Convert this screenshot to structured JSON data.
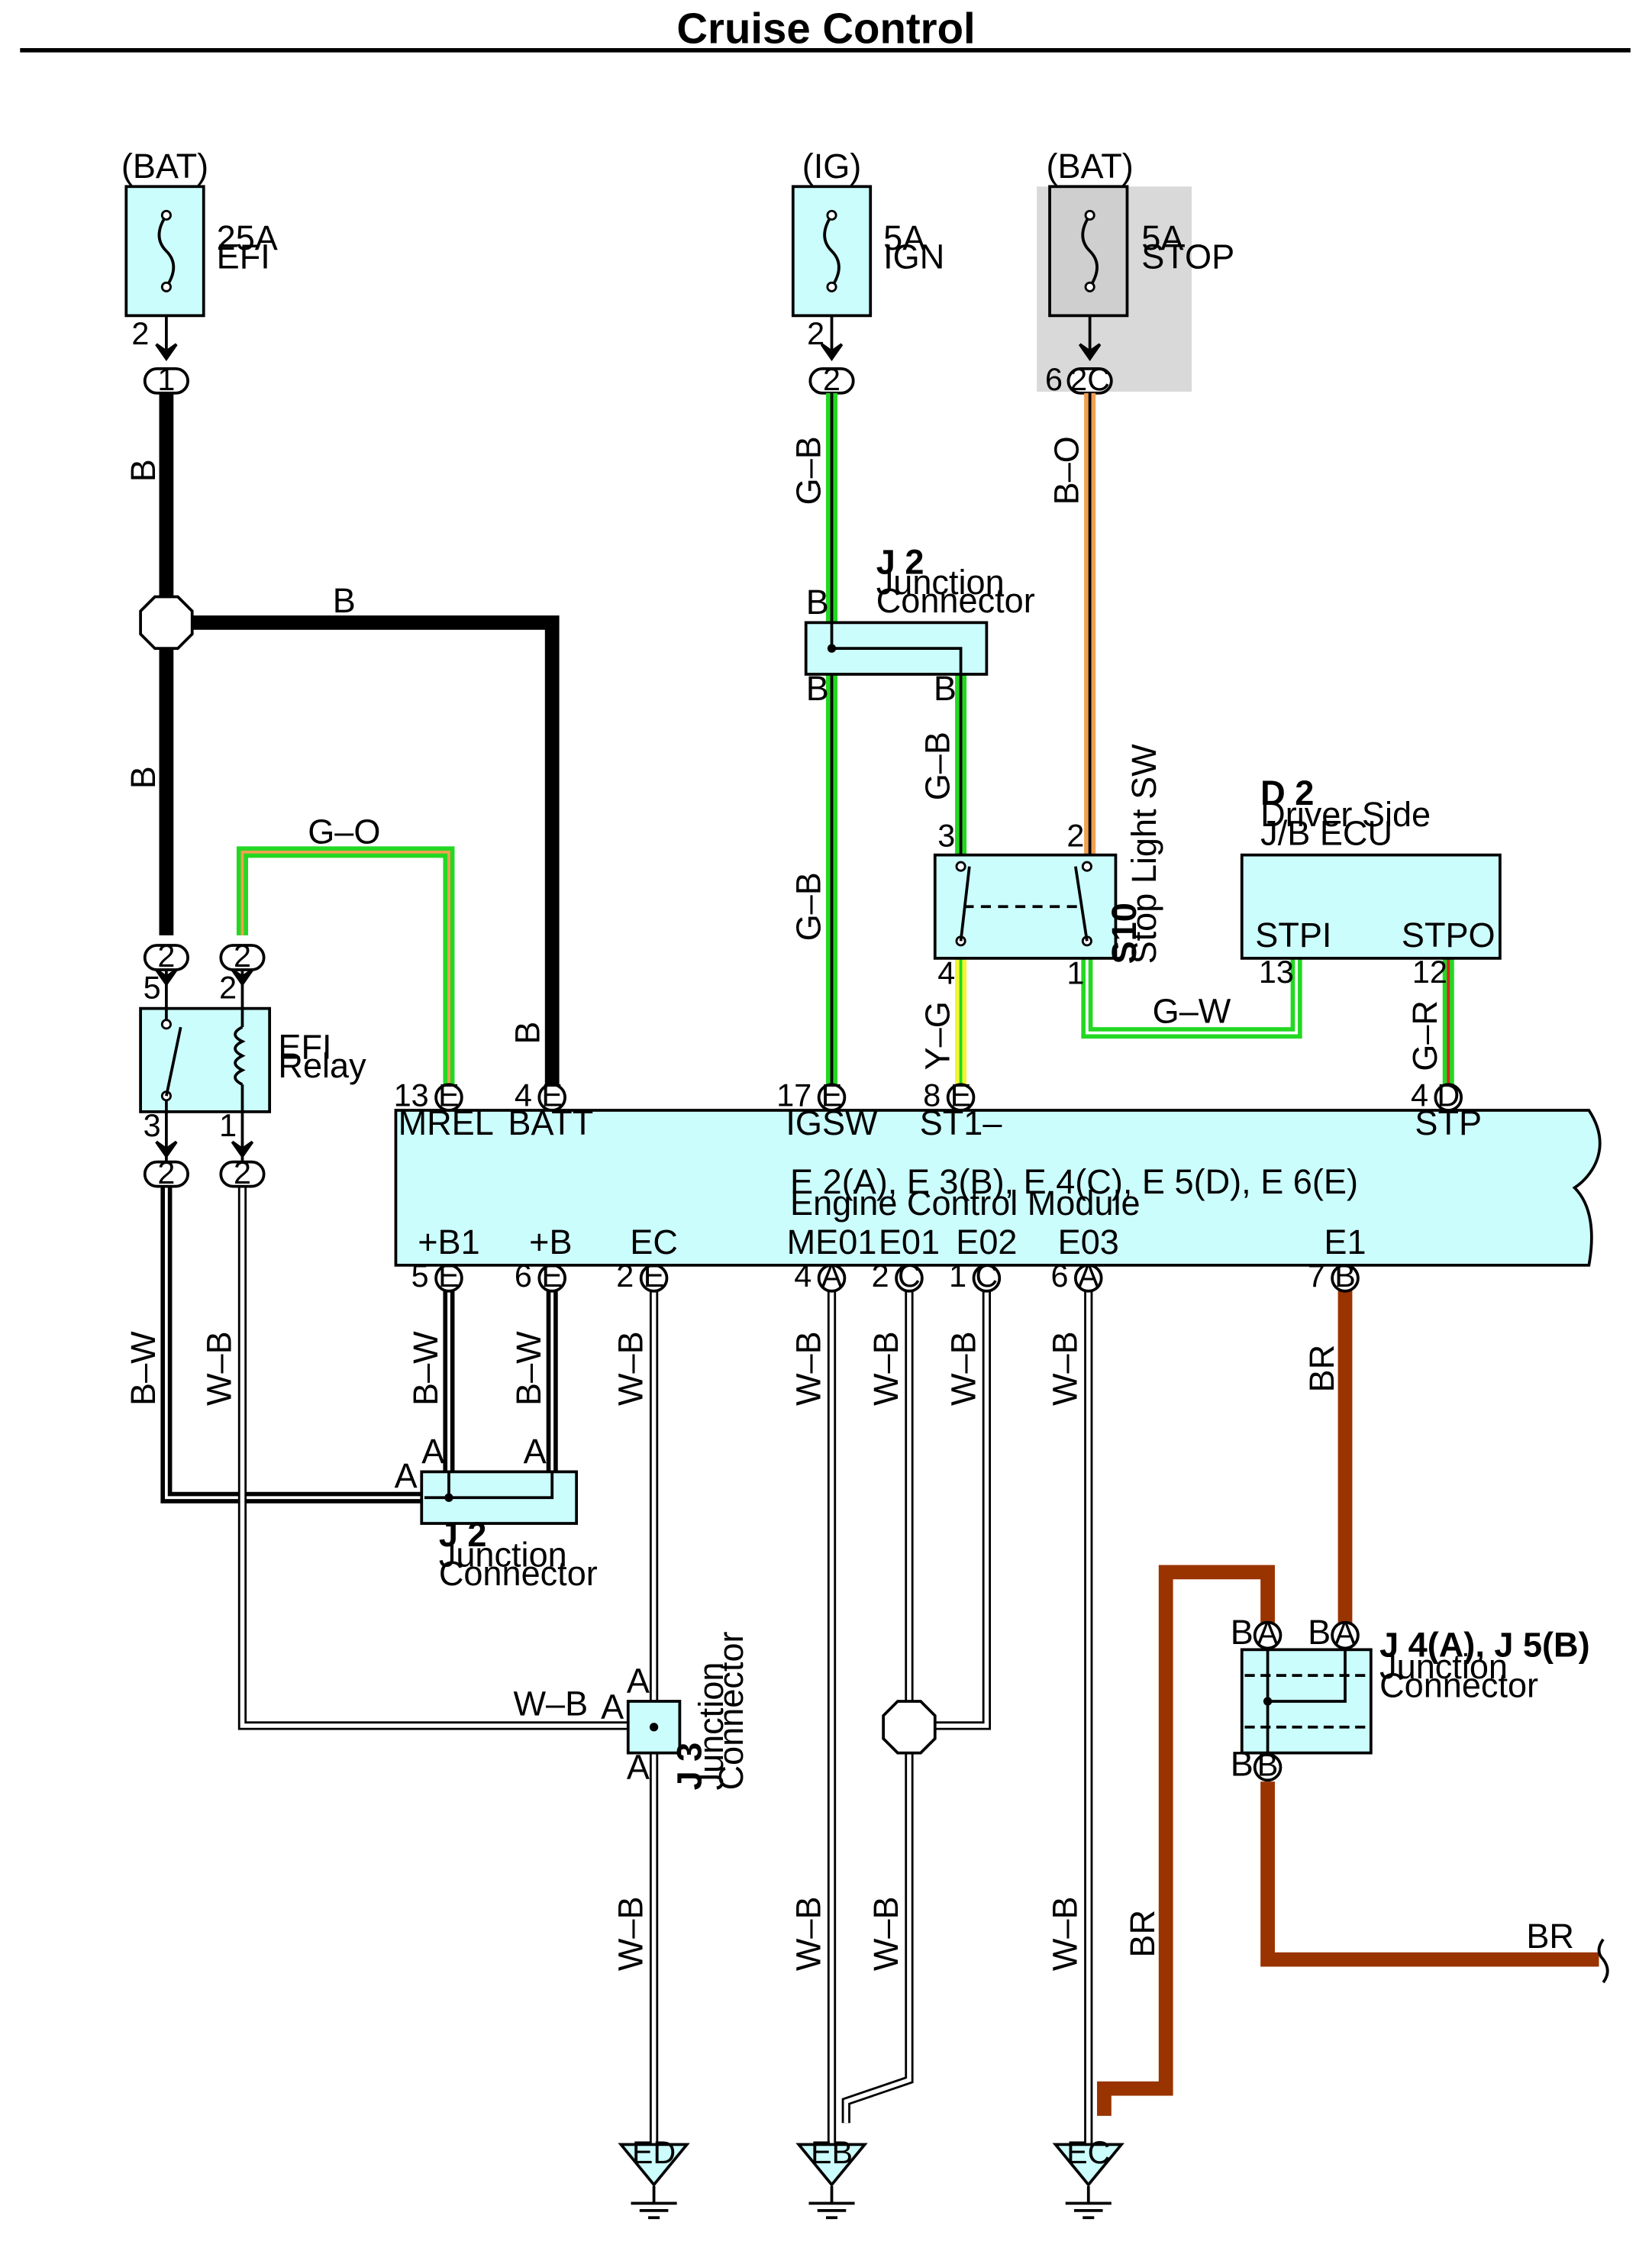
{
  "title": "Cruise Control",
  "colors": {
    "connector_fill": "#ccfdfd",
    "shaded_fuse_fill": "#cfcfcf",
    "shaded_bg": "#d9d9d9",
    "wire_black": "#000000",
    "wire_green": "#22d822",
    "wire_orange": "#f0a050",
    "wire_yellow": "#f4f430",
    "wire_red": "#e02020",
    "wire_brown": "#993300",
    "wire_white": "#ffffff"
  },
  "fuses": {
    "efi": {
      "source": "(BAT)",
      "amp": "25A",
      "name": "EFI",
      "pin": "2",
      "conn": "1"
    },
    "ign": {
      "source": "(IG)",
      "amp": "5A",
      "name": "IGN",
      "pin": "2",
      "conn": "2"
    },
    "stop": {
      "source": "(BAT)",
      "amp": "5A",
      "name": "STOP",
      "pin": "6",
      "conn": "2C"
    }
  },
  "wires": {
    "b": "B",
    "go": "G–O",
    "gb": "G–B",
    "bo": "B–O",
    "yg": "Y–G",
    "gw": "G–W",
    "gr": "G–R",
    "bw": "B–W",
    "wb": "W–B",
    "br": "BR"
  },
  "j2_top": {
    "id": "J 2",
    "name1": "Junction",
    "name2": "Connector",
    "pin": "B"
  },
  "j2_low": {
    "id": "J 2",
    "name1": "Junction",
    "name2": "Connector",
    "pin": "A"
  },
  "j3": {
    "id": "J 3",
    "name1": "Junction",
    "name2": "Connector",
    "pin": "A"
  },
  "j45": {
    "id": "J 4(A), J 5(B)",
    "name1": "Junction",
    "name2": "Connector",
    "pin_a": "A",
    "pin_b": "B",
    "wire": "B"
  },
  "efi_relay": {
    "name1": "EFI",
    "name2": "Relay",
    "conn": "2",
    "pin_in1": "5",
    "pin_in2": "2",
    "pin_out1": "3",
    "pin_out2": "1"
  },
  "stop_sw": {
    "id": "S10",
    "name": "Stop Light SW",
    "pin3": "3",
    "pin2": "2",
    "pin4": "4",
    "pin1": "1"
  },
  "d2": {
    "id": "D 2",
    "name1": "Driver Side",
    "name2": "J/B ECU",
    "stpi": "STPI",
    "stpo": "STPO",
    "pin13": "13",
    "pin12": "12"
  },
  "ecm": {
    "id": "E 2(A), E 3(B), E 4(C), E 5(D), E 6(E)",
    "name": "Engine Control Module",
    "top_pins": [
      {
        "num": "13",
        "letter": "E",
        "label": "MREL"
      },
      {
        "num": "4",
        "letter": "E",
        "label": "BATT"
      },
      {
        "num": "17",
        "letter": "E",
        "label": "IGSW"
      },
      {
        "num": "8",
        "letter": "E",
        "label": "ST1–"
      },
      {
        "num": "4",
        "letter": "D",
        "label": "STP"
      }
    ],
    "bottom_pins": [
      {
        "num": "5",
        "letter": "E",
        "label": "+B1"
      },
      {
        "num": "6",
        "letter": "E",
        "label": "+B"
      },
      {
        "num": "2",
        "letter": "E",
        "label": "EC"
      },
      {
        "num": "4",
        "letter": "A",
        "label": "ME01"
      },
      {
        "num": "2",
        "letter": "C",
        "label": "E01"
      },
      {
        "num": "1",
        "letter": "C",
        "label": "E02"
      },
      {
        "num": "6",
        "letter": "A",
        "label": "E03"
      },
      {
        "num": "7",
        "letter": "B",
        "label": "E1"
      }
    ]
  },
  "grounds": [
    "ED",
    "EB",
    "EC"
  ]
}
